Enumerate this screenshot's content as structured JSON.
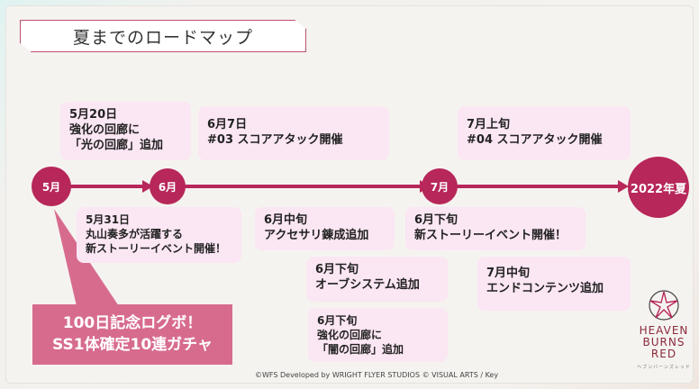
{
  "title": "夏までのロードマップ",
  "milestones": [
    "5月",
    "6月",
    "7月",
    "2022年夏"
  ],
  "events": {
    "may20": {
      "date": "5月20日",
      "lines": [
        "強化の回廊に",
        "「光の回廊」追加"
      ]
    },
    "jun7": {
      "date": "6月7日",
      "lines": [
        "#03 スコアアタック開催"
      ]
    },
    "jul_early": {
      "date": "7月上旬",
      "lines": [
        "#04 スコアアタック開催"
      ]
    },
    "may31": {
      "date": "5月31日",
      "lines": [
        "丸山奏多が活躍する",
        "新ストーリーイベント開催！"
      ]
    },
    "jun_mid": {
      "date": "6月中旬",
      "lines": [
        "アクセサリ錬成追加"
      ]
    },
    "jun_late_story": {
      "date": "6月下旬",
      "lines": [
        "新ストーリーイベント開催！"
      ]
    },
    "jun_late_orb": {
      "date": "6月下旬",
      "lines": [
        "オーブシステム追加"
      ]
    },
    "jul_mid": {
      "date": "7月中旬",
      "lines": [
        "エンドコンテンツ追加"
      ]
    },
    "jun_late_dark": {
      "date": "6月下旬",
      "lines": [
        "強化の回廊に",
        "「闇の回廊」追加"
      ]
    }
  },
  "callout": [
    "100日記念ログボ！",
    "SS1体確定10連ガチャ"
  ],
  "footer": "©WFS Developed by WRIGHT FLYER STUDIOS © VISUAL ARTS / Key",
  "logo": {
    "lines": [
      "HEAVEN",
      "BURNS",
      "RED"
    ],
    "sub": "ヘブンバーンズレッド"
  },
  "colors": {
    "accent": "#b7275a",
    "box": "#fbe6f3",
    "callout": "#d76b8e"
  }
}
